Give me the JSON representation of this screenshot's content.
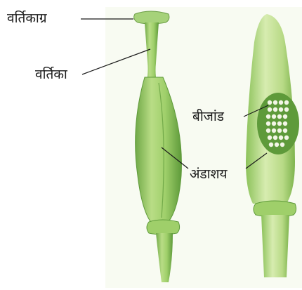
{
  "labels": {
    "stigma": "वर्तिकाग्र",
    "style": "वर्तिका",
    "ovule": "बीजांड",
    "ovary": "अंडाशय"
  },
  "colors": {
    "stem_light": "#cfe6a0",
    "stem_mid": "#9fcf6a",
    "stem_dark": "#6fa846",
    "ovule": "#f3f6e6",
    "line": "#1a1a1a"
  }
}
